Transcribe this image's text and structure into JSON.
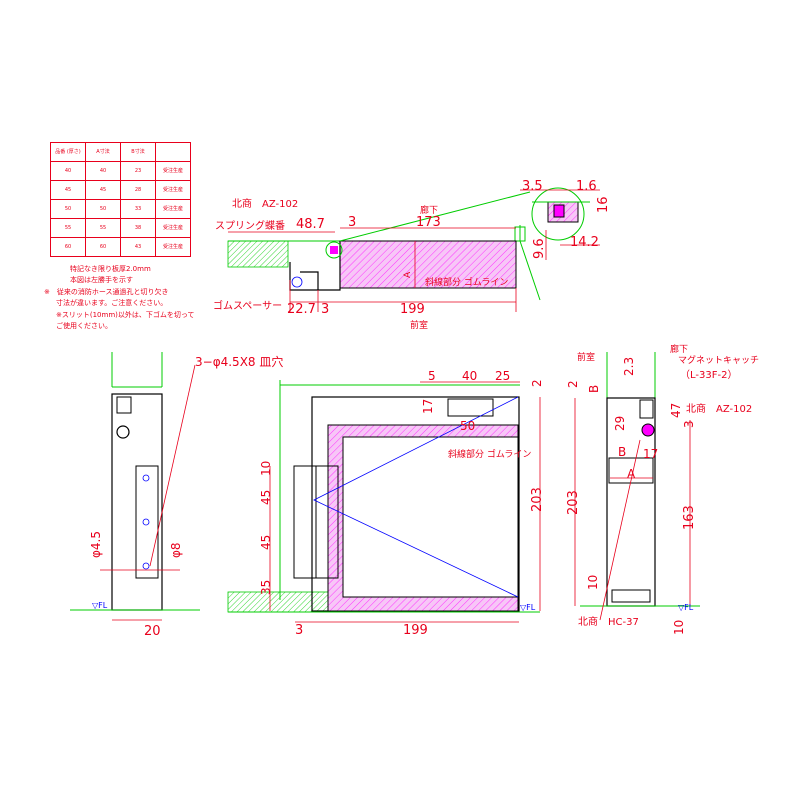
{
  "table": {
    "header": [
      "品番\n(厚さ)",
      "A寸法",
      "B寸法",
      ""
    ],
    "rows": [
      [
        "40",
        "40",
        "23",
        "受注生産"
      ],
      [
        "45",
        "45",
        "28",
        "受注生産"
      ],
      [
        "50",
        "50",
        "33",
        "受注生産"
      ],
      [
        "55",
        "55",
        "38",
        "受注生産"
      ],
      [
        "60",
        "60",
        "43",
        "受注生産"
      ]
    ]
  },
  "notes": [
    "特記なき限り板厚2.0mm",
    "本図は左勝手を示す",
    "※　従来の消防ホース通過孔と切り欠き",
    "寸法が違います。ご注意ください。",
    "※スリット(10mm)以外は、下ゴムを切って",
    "ご使用ください。"
  ],
  "plan": {
    "label_corridor": "廊下",
    "label_room": "前室",
    "label_hokusho_az": "北商　AZ-102",
    "label_spring_hinge": "スプリング蝶番",
    "label_rubber_spacer": "ゴムスペーサー",
    "label_hatch": "斜線部分 ゴムライン",
    "label_a": "A",
    "dims": [
      "48.7",
      "3",
      "173",
      "22.7",
      "3",
      "199"
    ]
  },
  "detail": {
    "dims": [
      "3.5",
      "1.6",
      "16",
      "9.6",
      "14.2"
    ]
  },
  "left_elev": {
    "label_holes": "3−φ4.5X8 皿穴",
    "dims": [
      "φ4.5",
      "φ8",
      "20"
    ],
    "fl": "▽FL"
  },
  "front_elev": {
    "dims_top": [
      "5",
      "40",
      "25",
      "2"
    ],
    "dims_17": "17",
    "dims_50": "50",
    "label_hatch": "斜線部分 ゴムライン",
    "dims_left": [
      "10",
      "45",
      "45",
      "35"
    ],
    "dims_right": "203",
    "dims_bottom": [
      "3",
      "199"
    ],
    "fl": "▽FL"
  },
  "section": {
    "label_room": "前室",
    "label_corridor": "廊下",
    "label_magnet": "マグネットキャッチ",
    "label_magnet_model": "（L-33F-2）",
    "label_hokusho_az": "北商　AZ-102",
    "label_hokusho_hc": "北商　HC-37",
    "dims": [
      "2",
      "2.3",
      "B",
      "29",
      "47",
      "3",
      "B",
      "17",
      "A",
      "203",
      "163",
      "10",
      "10"
    ],
    "fl": "▽FL"
  },
  "colors": {
    "dim_red": "#e8001c",
    "green": "#00cc00",
    "blue": "#0000ff",
    "magenta": "#ff00ff",
    "hatch": "#f4b8f4"
  }
}
